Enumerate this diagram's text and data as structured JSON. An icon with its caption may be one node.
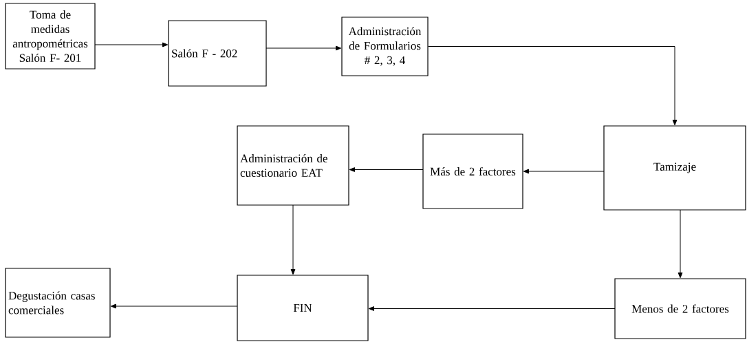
{
  "diagram": {
    "nodes": [
      {
        "text": [
          "Toma de medidas antropométricas Salón F- 201"
        ]
      },
      {
        "text": [
          "Salón F - 202"
        ]
      },
      {
        "text": [
          "Administración de Formularios # 2, 3, 4"
        ]
      },
      {
        "text": [
          "Tamizaje"
        ]
      },
      {
        "text": [
          "Más de 2 factores"
        ]
      },
      {
        "text": [
          "Administración de cuestionario EAT"
        ]
      },
      {
        "text": [
          "FIN"
        ]
      },
      {
        "text": [
          "Menos de 2 factores"
        ]
      },
      {
        "text": [
          "Degustación casas comerciales"
        ]
      }
    ],
    "edges": [
      {
        "from": 0,
        "to": 1,
        "arrow": "to"
      },
      {
        "from": 1,
        "to": 2,
        "arrow": "to"
      },
      {
        "from": 2,
        "to": 3,
        "arrow": "to"
      },
      {
        "from": 3,
        "to": 4,
        "arrow": "to"
      },
      {
        "from": 4,
        "to": 5,
        "arrow": "to"
      },
      {
        "from": 5,
        "to": 6,
        "arrow": "to"
      },
      {
        "from": 3,
        "to": 7,
        "arrow": "to"
      },
      {
        "from": 7,
        "to": 6,
        "arrow": "to"
      },
      {
        "from": 6,
        "to": 8,
        "arrow": "to"
      }
    ]
  }
}
